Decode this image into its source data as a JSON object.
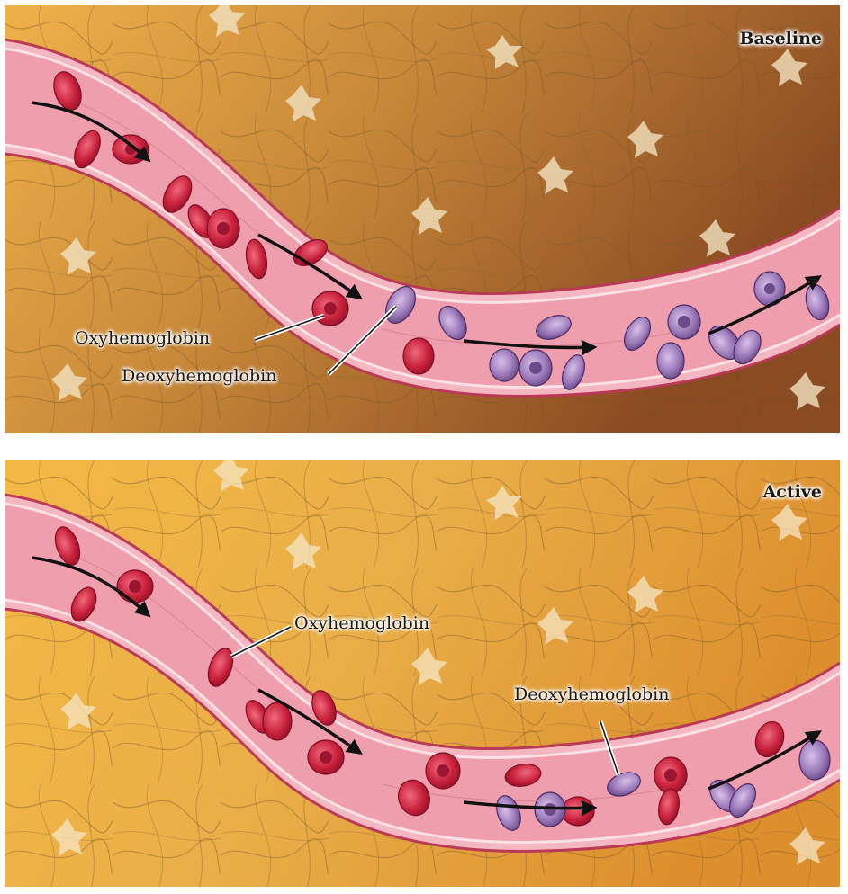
{
  "panels": [
    {
      "title": "Baseline",
      "labels": {
        "oxy": "Oxyhemoglobin",
        "deoxy": "Deoxyhemoglobin"
      }
    },
    {
      "title": "Active",
      "labels": {
        "oxy": "Oxyhemoglobin",
        "deoxy": "Deoxyhemoglobin"
      }
    }
  ],
  "colors": {
    "oxygenated_cell": "#c8203b",
    "deoxygenated_cell": "#8f6aa8",
    "vessel_wall": "#e98a9c",
    "baseline_background": "#b8702c",
    "active_background": "#e6a93a"
  }
}
